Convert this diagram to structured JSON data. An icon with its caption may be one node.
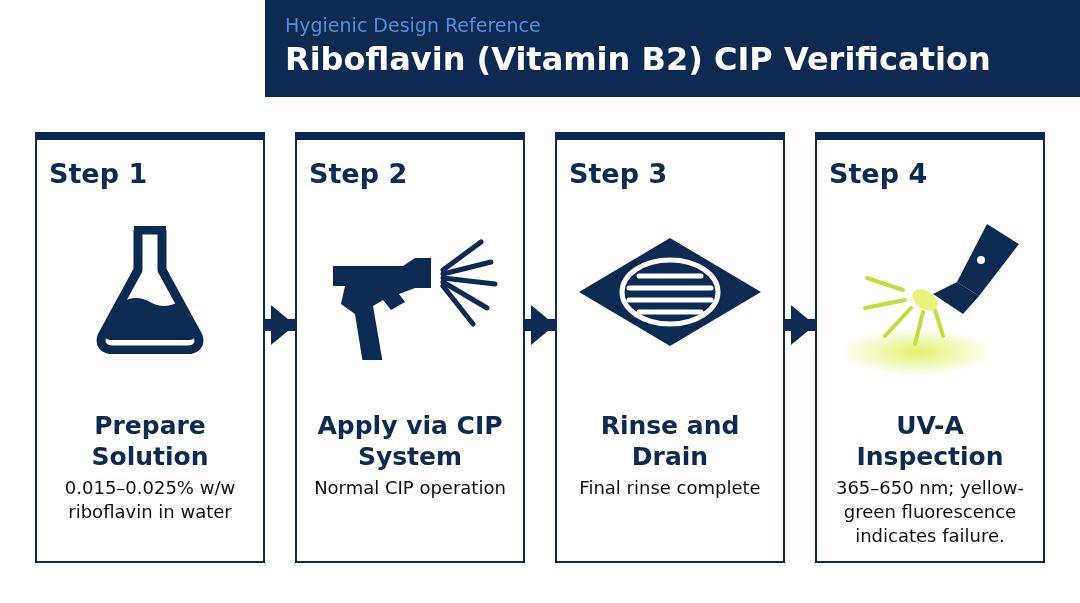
{
  "diagram": {
    "title": "Riboflavin (Vitamin B2) CIP Verification",
    "nodes": [
      {
        "text": [
          "Step 1",
          "Prepare Solution",
          "0.015–0.025% w/w riboflavin in water"
        ]
      },
      {
        "text": [
          "Step 2",
          "Apply via CIP System",
          "Normal CIP operation"
        ]
      },
      {
        "text": [
          "Step 3",
          "Rinse and Drain",
          "Final rinse complete"
        ]
      },
      {
        "text": [
          "Step 4",
          "UV-A Inspection",
          "365–650 nm; yellow-green fluorescence indicates failure."
        ]
      }
    ],
    "edges": [
      {
        "from": 0,
        "to": 1,
        "arrow": "to"
      },
      {
        "from": 1,
        "to": 2,
        "arrow": "to"
      },
      {
        "from": 2,
        "to": 3,
        "arrow": "to"
      }
    ],
    "labels": [
      "Hygienic Design Reference"
    ]
  }
}
